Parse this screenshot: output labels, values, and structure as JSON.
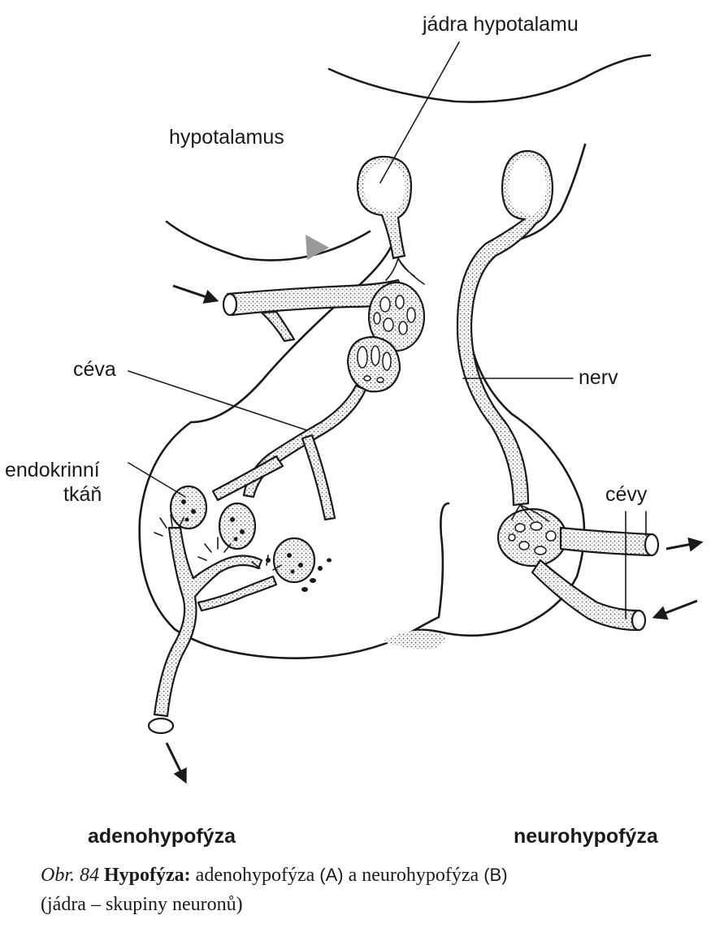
{
  "labels": {
    "hypothalamic_nuclei": "jádra hypotalamu",
    "hypothalamus": "hypotalamus",
    "vessel": "céva",
    "nerve": "nerv",
    "endocrine_tissue_line1": "endokrinní",
    "endocrine_tissue_line2": "tkáň",
    "vessels": "cévy",
    "adenohypophysis": "adenohypofýza",
    "neurohypophysis": "neurohypofýza"
  },
  "caption": {
    "figure_number": "Obr. 84",
    "title": "Hypofýza:",
    "part1": "adenohypofýza",
    "marker_a": "(A)",
    "connector": "a neurohypofýza",
    "marker_b": "(B)",
    "note": "(jádra – skupiny neuronů)"
  }
}
